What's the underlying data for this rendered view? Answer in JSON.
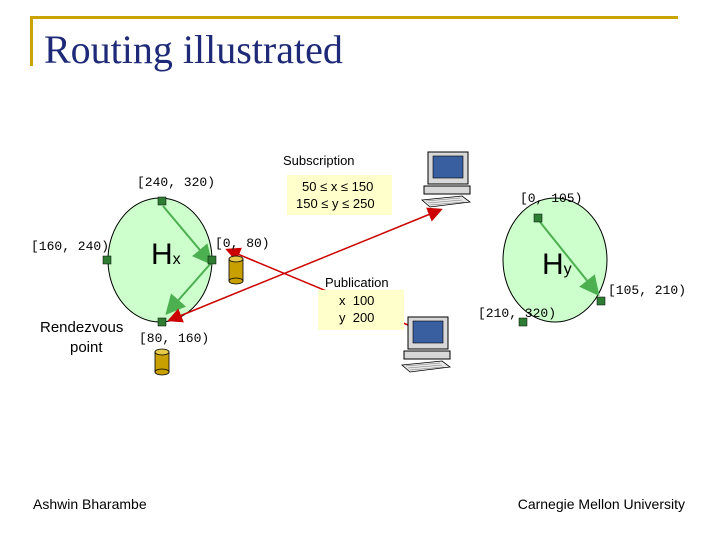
{
  "slide": {
    "title": "Routing illustrated",
    "footer_left": "Ashwin Bharambe",
    "footer_right": "Carnegie Mellon University"
  },
  "node_x": {
    "label_main": "H",
    "label_sub": "x",
    "range_top": "[240, 320)",
    "range_left": "[160, 240)",
    "range_right": "[0, 80)",
    "range_bottom": "[80, 160)",
    "rendezvous_line1": "Rendezvous",
    "rendezvous_line2": "point"
  },
  "node_y": {
    "label_main": "H",
    "label_sub": "y",
    "range_top": "[0, 105)",
    "range_right": "[105, 210)",
    "range_bottom": "[210, 320)"
  },
  "subscription": {
    "heading": "Subscription",
    "line1": "50 ≤ x ≤ 150",
    "line2": "150 ≤ y ≤ 250"
  },
  "publication": {
    "heading": "Publication",
    "line1": "x  100",
    "line2": "y  200"
  },
  "colors": {
    "title": "#1e2a78",
    "frame": "#c9a300",
    "circle_fill": "#ccffcc",
    "node_square": "#2e7d32",
    "arrow_green": "#4caf50",
    "arrow_red": "#cc0000",
    "note_fill": "#ffffcc"
  },
  "icons": [
    "computer-icon",
    "database-icon"
  ]
}
